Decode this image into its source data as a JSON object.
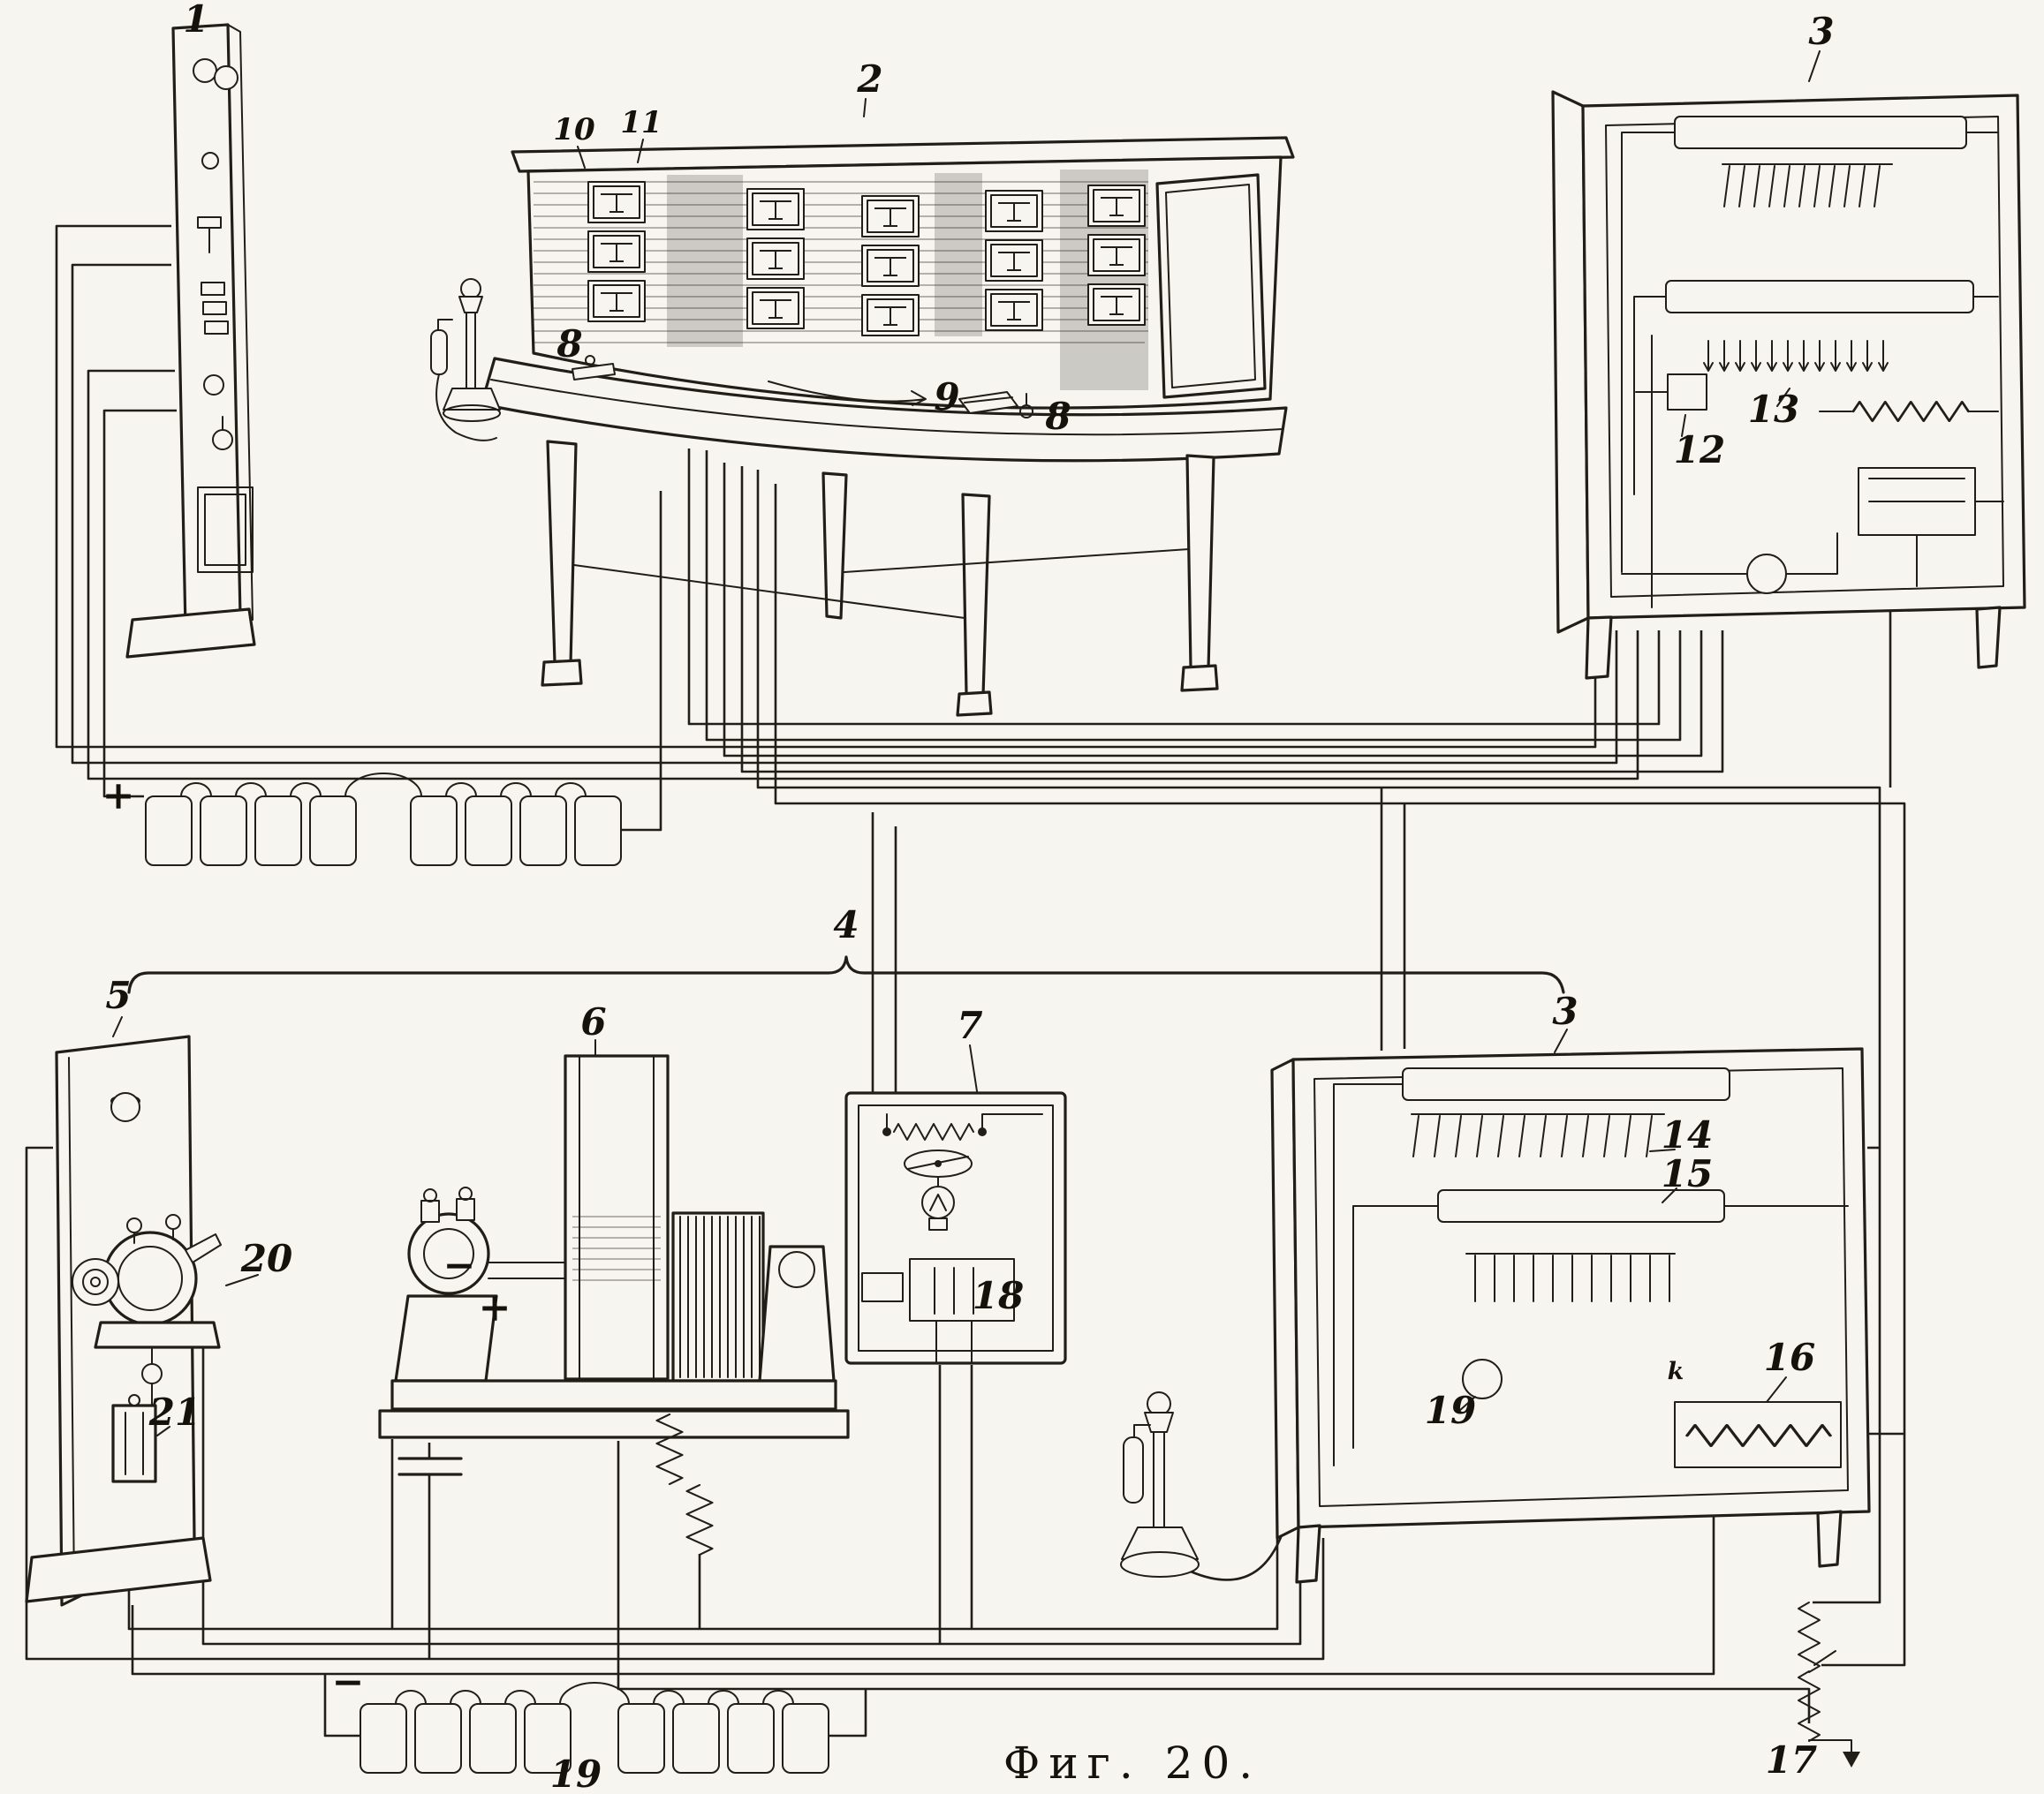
{
  "figure": {
    "caption": "Фиг. 20.",
    "ink_color": "#211d17",
    "paper_color": "#f7f5ef"
  },
  "labels": {
    "panel_stand": "1",
    "switchboard_desk": "2",
    "jack_strip_left": "10",
    "jack_strip_right": "11",
    "listening_key": "8",
    "cord_arrow": "9",
    "ringing_key": "8",
    "relay_rack_upper": "3",
    "line_relay": "12",
    "selector_bank_upper": "13",
    "battery_upper_polarity": "+",
    "trunk_cable": "4",
    "power_panel": "5",
    "motor_generator": "6",
    "relay_box": "7",
    "generator_minus": "−",
    "generator_plus": "+",
    "interrupter": "18",
    "relay_rack_lower": "3",
    "selector_bank_a": "14",
    "selector_bank_b": "15",
    "resistance_coil": "16",
    "resistance_mark": "k",
    "earth_resistance": "17",
    "supervisory_lamp": "19",
    "storage_battery": "19",
    "ringing_machine": "20",
    "cutoff_switch": "21",
    "battery_lower_polarity": "−"
  }
}
